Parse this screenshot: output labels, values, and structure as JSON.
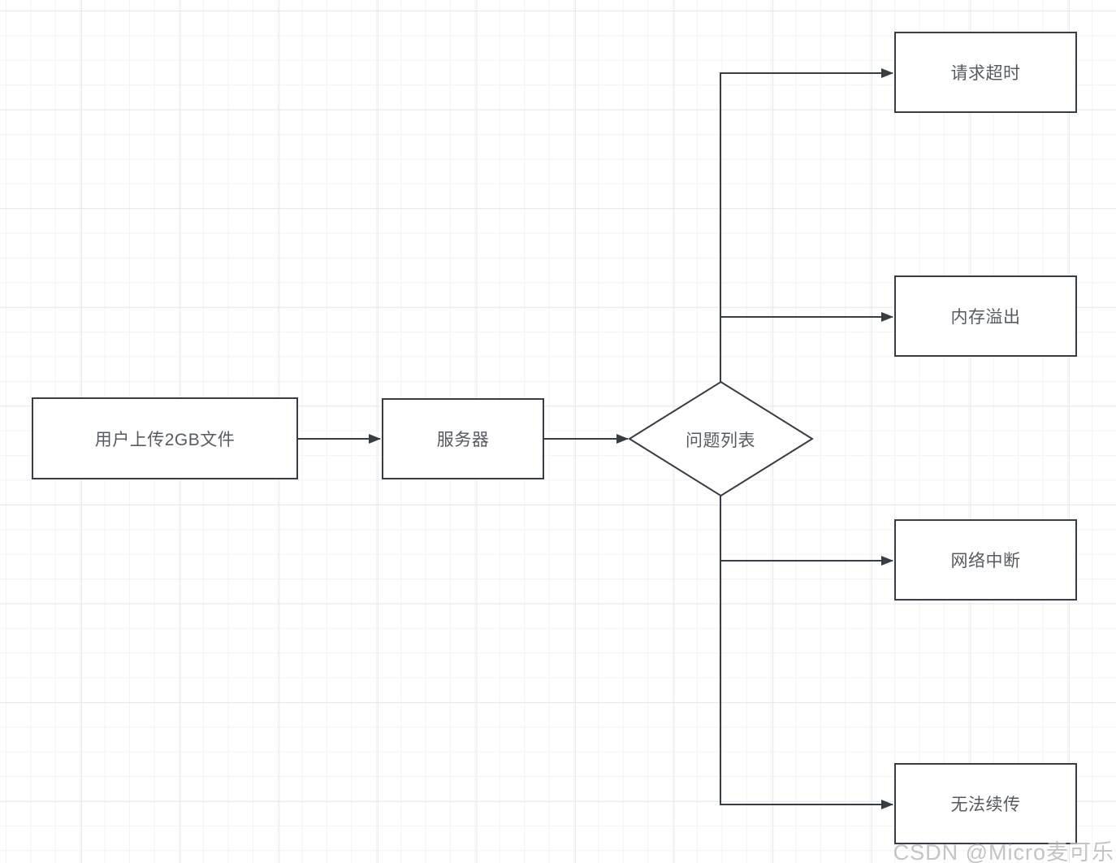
{
  "diagram": {
    "title": "file-upload-problem-flowchart",
    "nodes": [
      {
        "id": "upload",
        "shape": "rectangle",
        "label": "用户上传2GB文件"
      },
      {
        "id": "server",
        "shape": "rectangle",
        "label": "服务器"
      },
      {
        "id": "issues",
        "shape": "diamond",
        "label": "问题列表"
      },
      {
        "id": "timeout",
        "shape": "rectangle",
        "label": "请求超时"
      },
      {
        "id": "memory",
        "shape": "rectangle",
        "label": "内存溢出"
      },
      {
        "id": "network",
        "shape": "rectangle",
        "label": "网络中断"
      },
      {
        "id": "resume",
        "shape": "rectangle",
        "label": "无法续传"
      }
    ],
    "edges": [
      {
        "from": "upload",
        "to": "server"
      },
      {
        "from": "server",
        "to": "issues"
      },
      {
        "from": "issues",
        "to": "timeout"
      },
      {
        "from": "issues",
        "to": "memory"
      },
      {
        "from": "issues",
        "to": "network"
      },
      {
        "from": "issues",
        "to": "resume"
      }
    ],
    "colors": {
      "stroke": "#363d45",
      "node_fill": "#ffffff",
      "text": "#565b61",
      "grid_minor": "#f3f3f3",
      "grid_major": "#e7e7e7",
      "watermark": "#bababa"
    }
  },
  "watermark": {
    "text": "CSDN @Micro麦可乐"
  }
}
